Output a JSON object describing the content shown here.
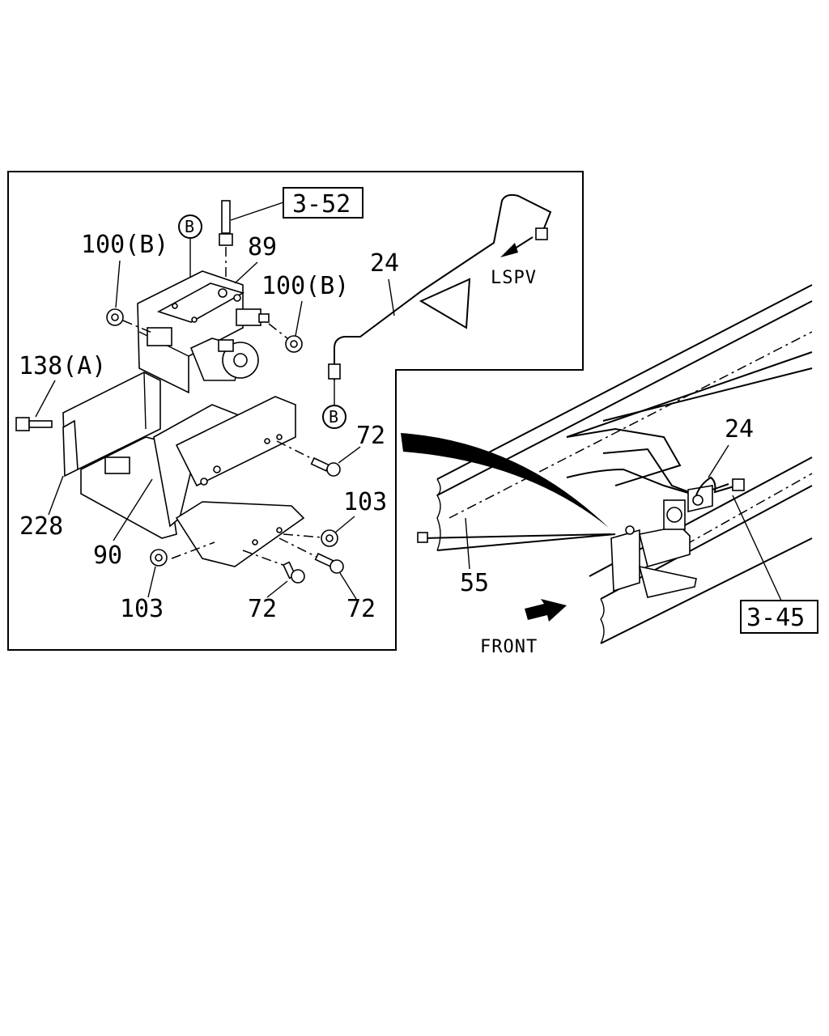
{
  "inset": {
    "refs": {
      "ref_3_52": "3-52"
    },
    "callouts": {
      "c_100b_left": "100(B)",
      "c_89": "89",
      "c_100b_right": "100(B)",
      "c_24": "24",
      "c_lspv": "LSPV",
      "c_138a": "138(A)",
      "c_72_top": "72",
      "c_103_right": "103",
      "c_228": "228",
      "c_90": "90",
      "c_103_bottom": "103",
      "c_72_mid": "72",
      "c_72_right": "72"
    },
    "circle_markers": [
      "B",
      "B"
    ]
  },
  "vehicle": {
    "refs": {
      "ref_3_45": "3-45"
    },
    "callouts": {
      "c_24": "24",
      "c_55": "55",
      "c_front": "FRONT"
    }
  }
}
